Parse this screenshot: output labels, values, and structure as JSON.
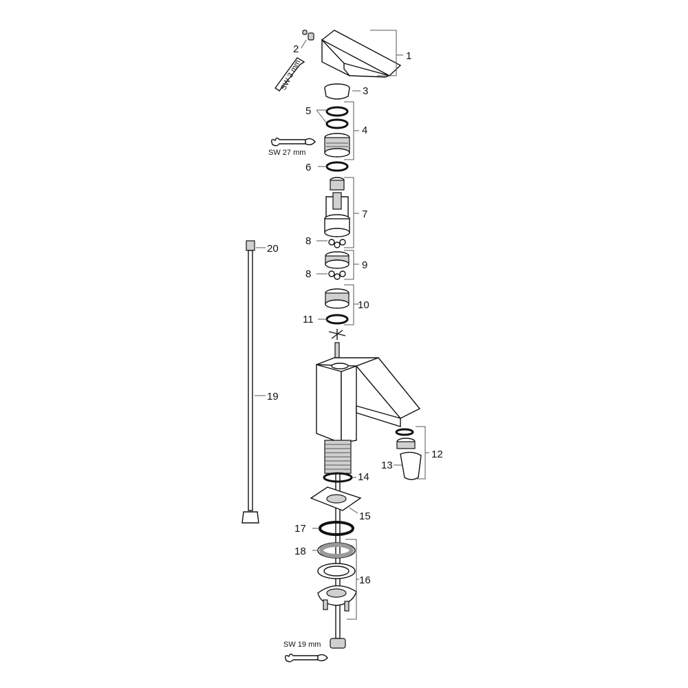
{
  "labels": {
    "l1": "1",
    "l2": "2",
    "l3": "3",
    "l4": "4",
    "l5": "5",
    "l6": "6",
    "l7": "7",
    "l8a": "8",
    "l8b": "8",
    "l9": "9",
    "l10": "10",
    "l11": "11",
    "l12": "12",
    "l13": "13",
    "l14": "14",
    "l15": "15",
    "l16": "16",
    "l17": "17",
    "l18": "18",
    "l19": "19",
    "l20": "20"
  },
  "tools": {
    "allen_key": "SW 3 mm",
    "wrench_cartridge": "SW 27 mm",
    "wrench_nut": "SW 19 mm"
  }
}
